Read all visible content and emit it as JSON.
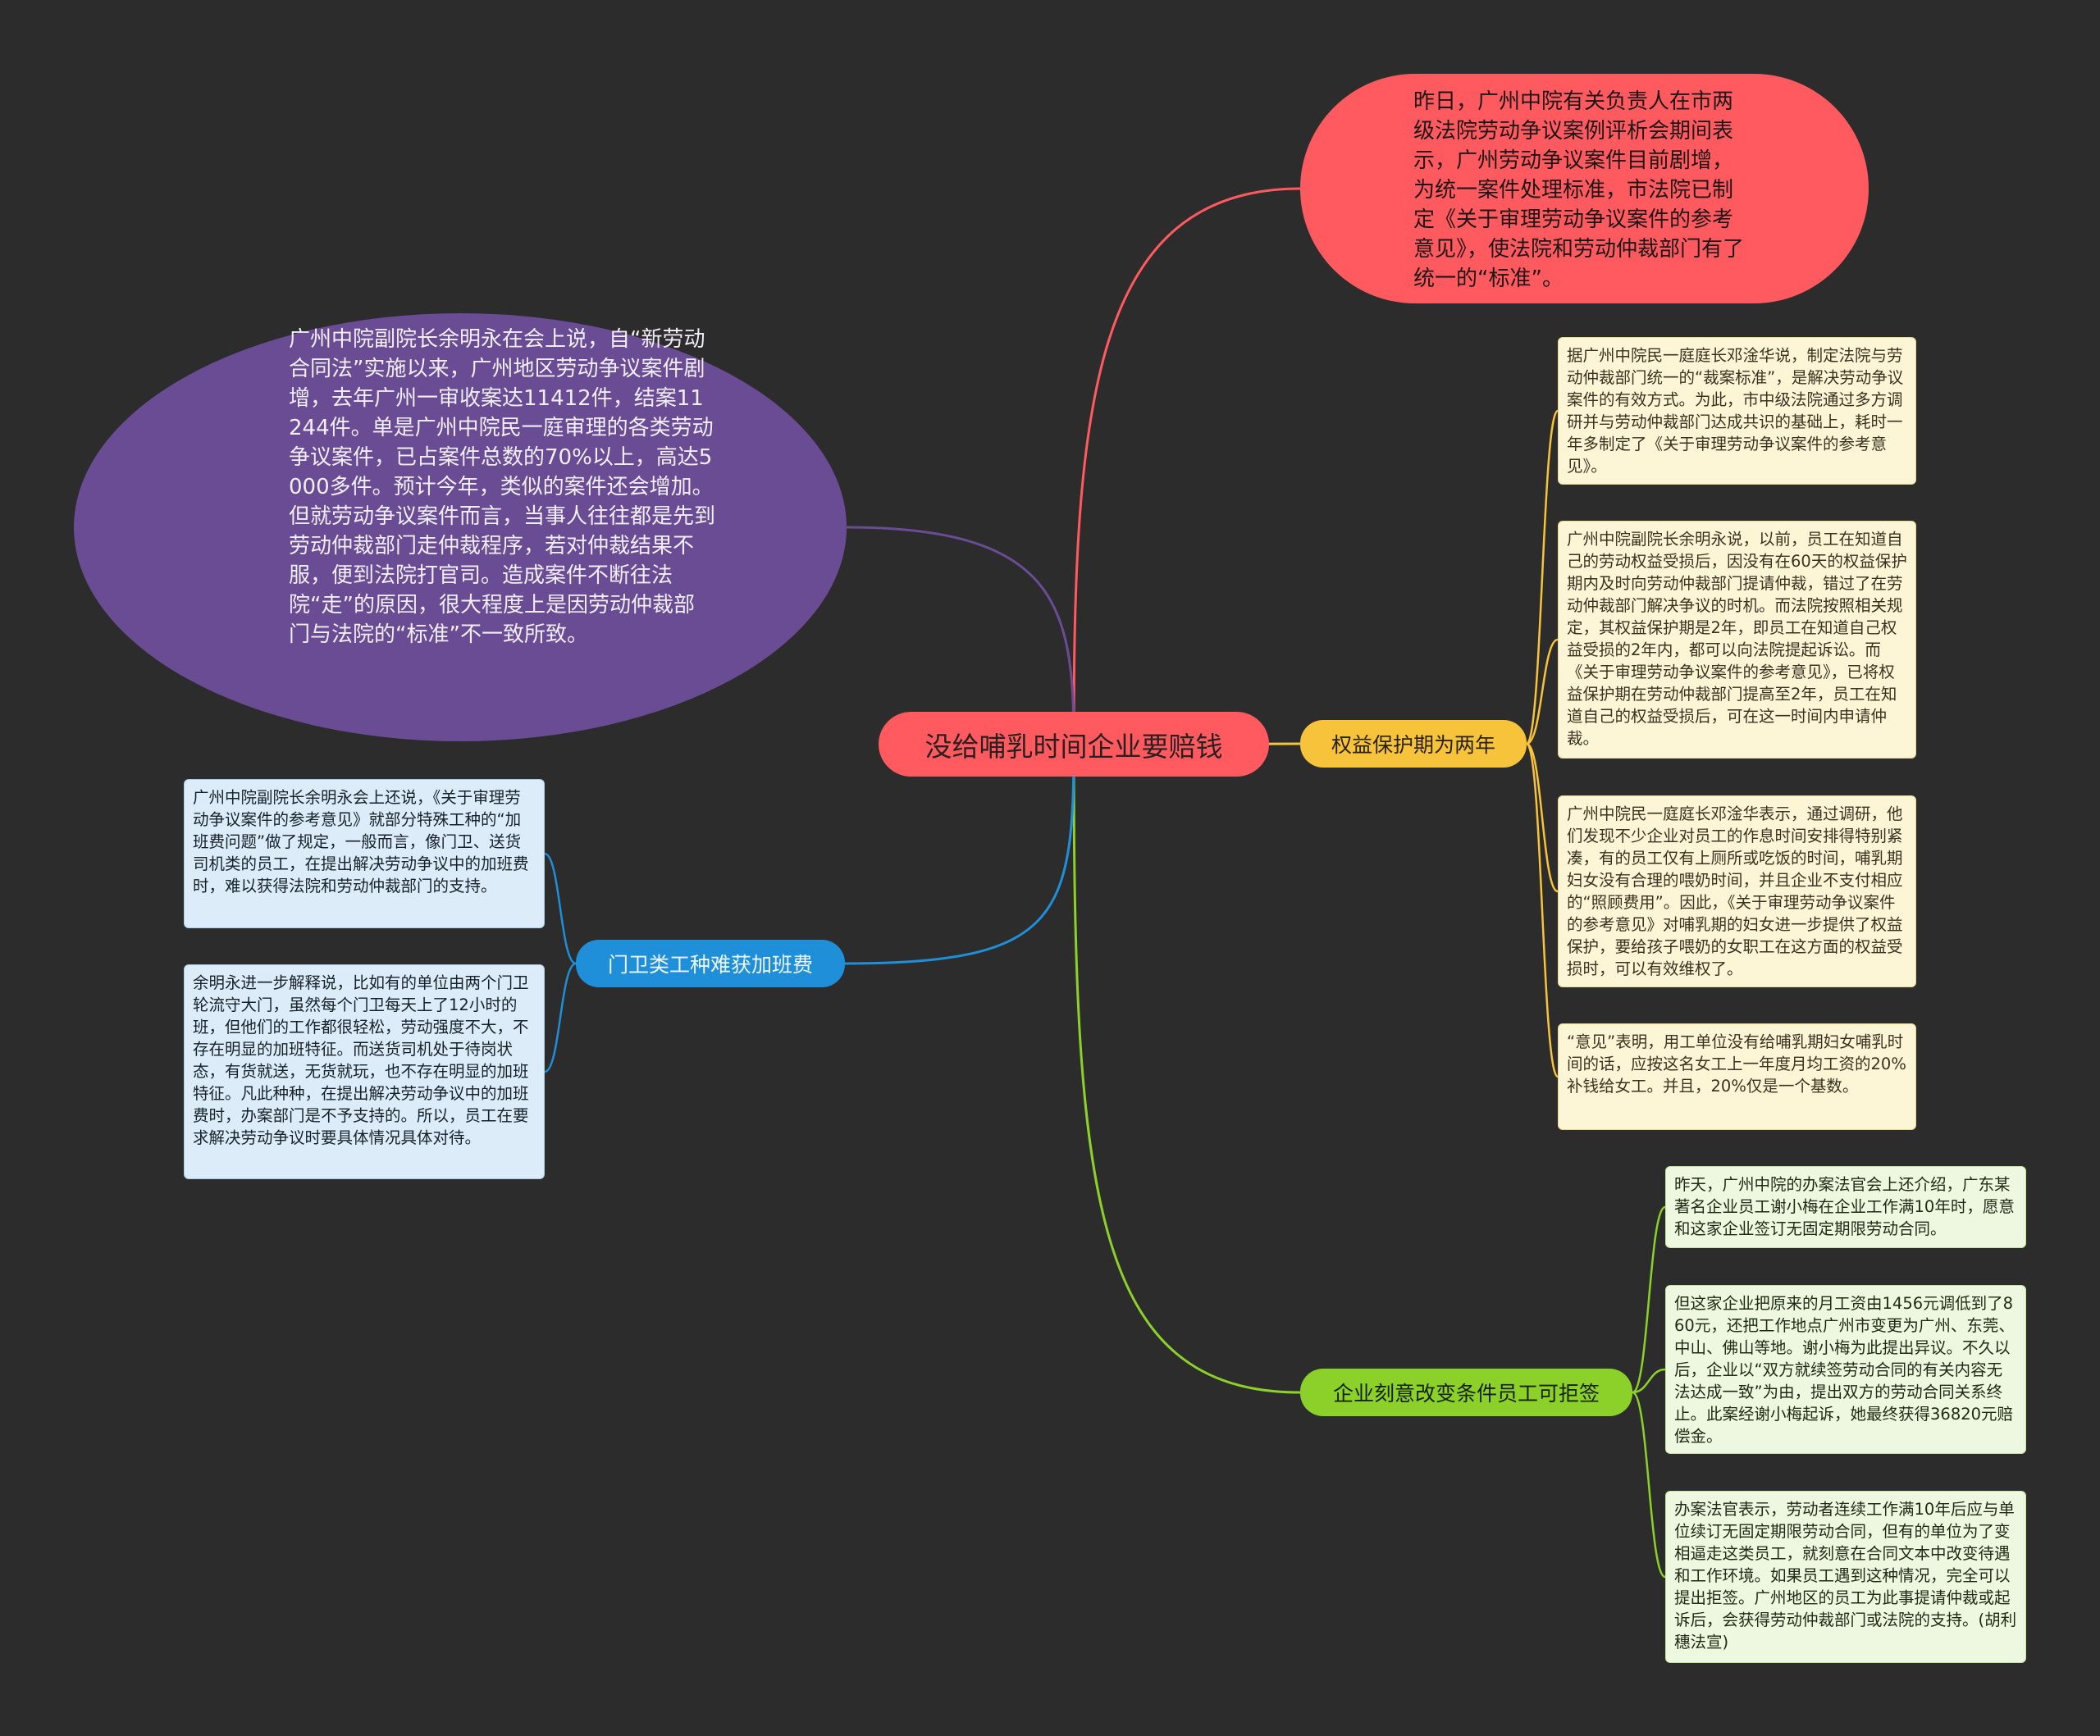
{
  "root": {
    "title": "没给哺乳时间企业要赔钱"
  },
  "notes": {
    "red": "昨日，广州中院有关负责人在市两级法院劳动争议案例评析会期间表示，广州劳动争议案件目前剧增，为统一案件处理标准，市法院已制定《关于审理劳动争议案件的参考意见》，使法院和劳动仲裁部门有了统一的“标准”。",
    "purple": "广州中院副院长余明永在会上说，自“新劳动合同法”实施以来，广州地区劳动争议案件剧增，去年广州一审收案达11412件，结案11244件。单是广州中院民一庭审理的各类劳动争议案件，已占案件总数的70%以上，高达5000多件。预计今年，类似的案件还会增加。但就劳动争议案件而言，当事人往往都是先到劳动仲裁部门走仲裁程序，若对仲裁结果不服，便到法院打官司。造成案件不断往法院“走”的原因，很大程度上是因劳动仲裁部门与法院的“标准”不一致所致。"
  },
  "branches": {
    "rights": {
      "label": "权益保护期为两年",
      "items": [
        "据广州中院民一庭庭长邓淦华说，制定法院与劳动仲裁部门统一的“裁案标准”，是解决劳动争议案件的有效方式。为此，市中级法院通过多方调研并与劳动仲裁部门达成共识的基础上，耗时一年多制定了《关于审理劳动争议案件的参考意见》。",
        "广州中院副院长余明永说，以前，员工在知道自己的劳动权益受损后，因没有在60天的权益保护期内及时向劳动仲裁部门提请仲裁，错过了在劳动仲裁部门解决争议的时机。而法院按照相关规定，其权益保护期是2年，即员工在知道自己权益受损的2年内，都可以向法院提起诉讼。而《关于审理劳动争议案件的参考意见》，已将权益保护期在劳动仲裁部门提高至2年，员工在知道自己的权益受损后，可在这一时间内申请仲裁。",
        "广州中院民一庭庭长邓淦华表示，通过调研，他们发现不少企业对员工的作息时间安排得特别紧凑，有的员工仅有上厕所或吃饭的时间，哺乳期妇女没有合理的喂奶时间，并且企业不支付相应的“照顾费用”。因此，《关于审理劳动争议案件的参考意见》对哺乳期的妇女进一步提供了权益保护，要给孩子喂奶的女职工在这方面的权益受损时，可以有效维权了。",
        "“意见”表明，用工单位没有给哺乳期妇女哺乳时间的话，应按这名女工上一年度月均工资的20%补钱给女工。并且，20%仅是一个基数。"
      ]
    },
    "change": {
      "label": "企业刻意改变条件员工可拒签",
      "items": [
        "昨天，广州中院的办案法官会上还介绍，广东某著名企业员工谢小梅在企业工作满10年时，愿意和这家企业签订无固定期限劳动合同。",
        "但这家企业把原来的月工资由1456元调低到了860元，还把工作地点广州市变更为广州、东莞、中山、佛山等地。谢小梅为此提出异议。不久以后，企业以“双方就续签劳动合同的有关内容无法达成一致”为由，提出双方的劳动合同关系终止。此案经谢小梅起诉，她最终获得36820元赔偿金。",
        "办案法官表示，劳动者连续工作满10年后应与单位续订无固定期限劳动合同，但有的单位为了变相逼走这类员工，就刻意在合同文本中改变待遇和工作环境。如果员工遇到这种情况，完全可以提出拒签。广州地区的员工为此事提请仲裁或起诉后，会获得劳动仲裁部门或法院的支持。(胡利 穗法宣)"
      ]
    },
    "guard": {
      "label": "门卫类工种难获加班费",
      "items": [
        "广州中院副院长余明永会上还说，《关于审理劳动争议案件的参考意见》就部分特殊工种的“加班费问题”做了规定，一般而言，像门卫、送货司机类的员工，在提出解决劳动争议中的加班费时，难以获得法院和劳动仲裁部门的支持。",
        "余明永进一步解释说，比如有的单位由两个门卫轮流守大门，虽然每个门卫每天上了12小时的班，但他们的工作都很轻松，劳动强度不大，不存在明显的加班特征。而送货司机处于待岗状态，有货就送，无货就玩，也不存在明显的加班特征。凡此种种，在提出解决劳动争议中的加班费时，办案部门是不予支持的。所以，员工在要求解决劳动争议时要具体情况具体对待。"
      ]
    }
  },
  "colors": {
    "background": "#2c2c2c",
    "red": "#ff5a5f",
    "purple": "#6a4c94",
    "yellow": "#f7c33a",
    "green": "#8bd12a",
    "blue": "#1e8fd8"
  }
}
